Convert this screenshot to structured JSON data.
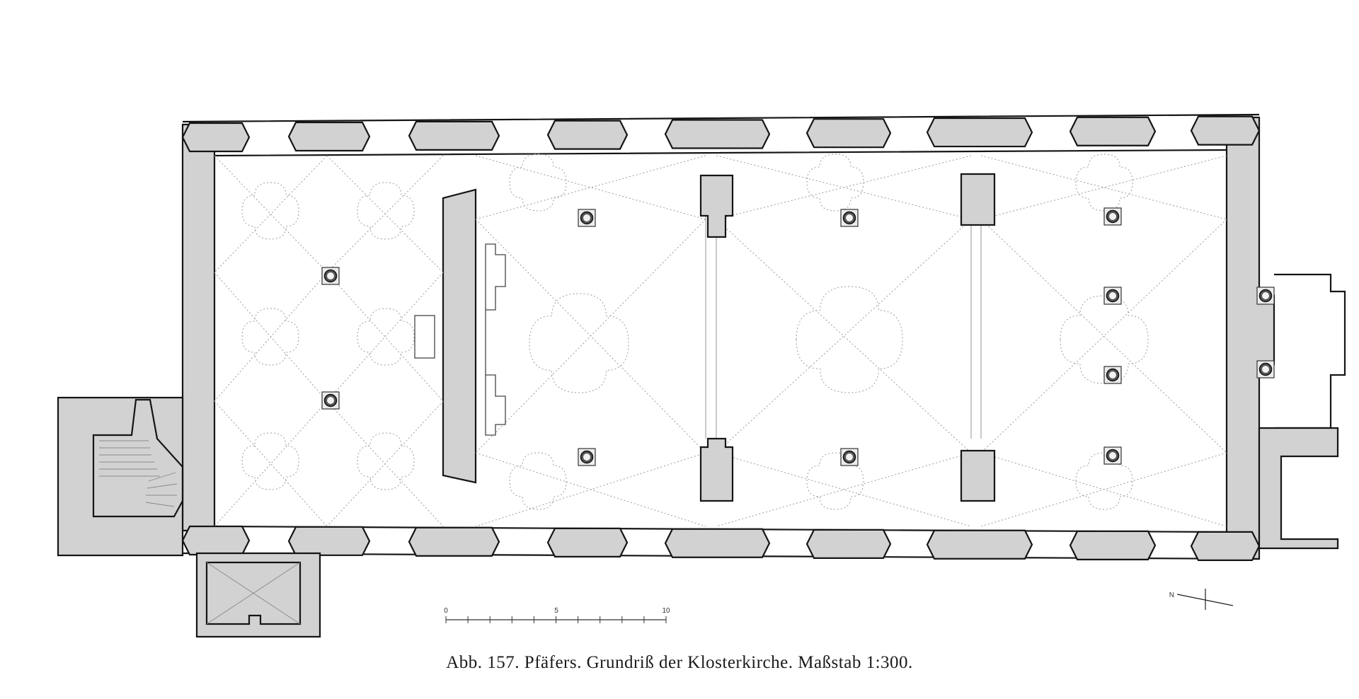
{
  "caption": "Abb. 157. Pfäfers. Grundriß der Klosterkirche. Maßstab 1:300.",
  "scale_bar": {
    "labels": [
      "0",
      "5",
      "10"
    ],
    "unit_count": 10
  },
  "north_arrow": {
    "label": "N"
  },
  "colors": {
    "wall_fill": "#d2d2d2",
    "outline": "#151515",
    "background": "#ffffff"
  }
}
